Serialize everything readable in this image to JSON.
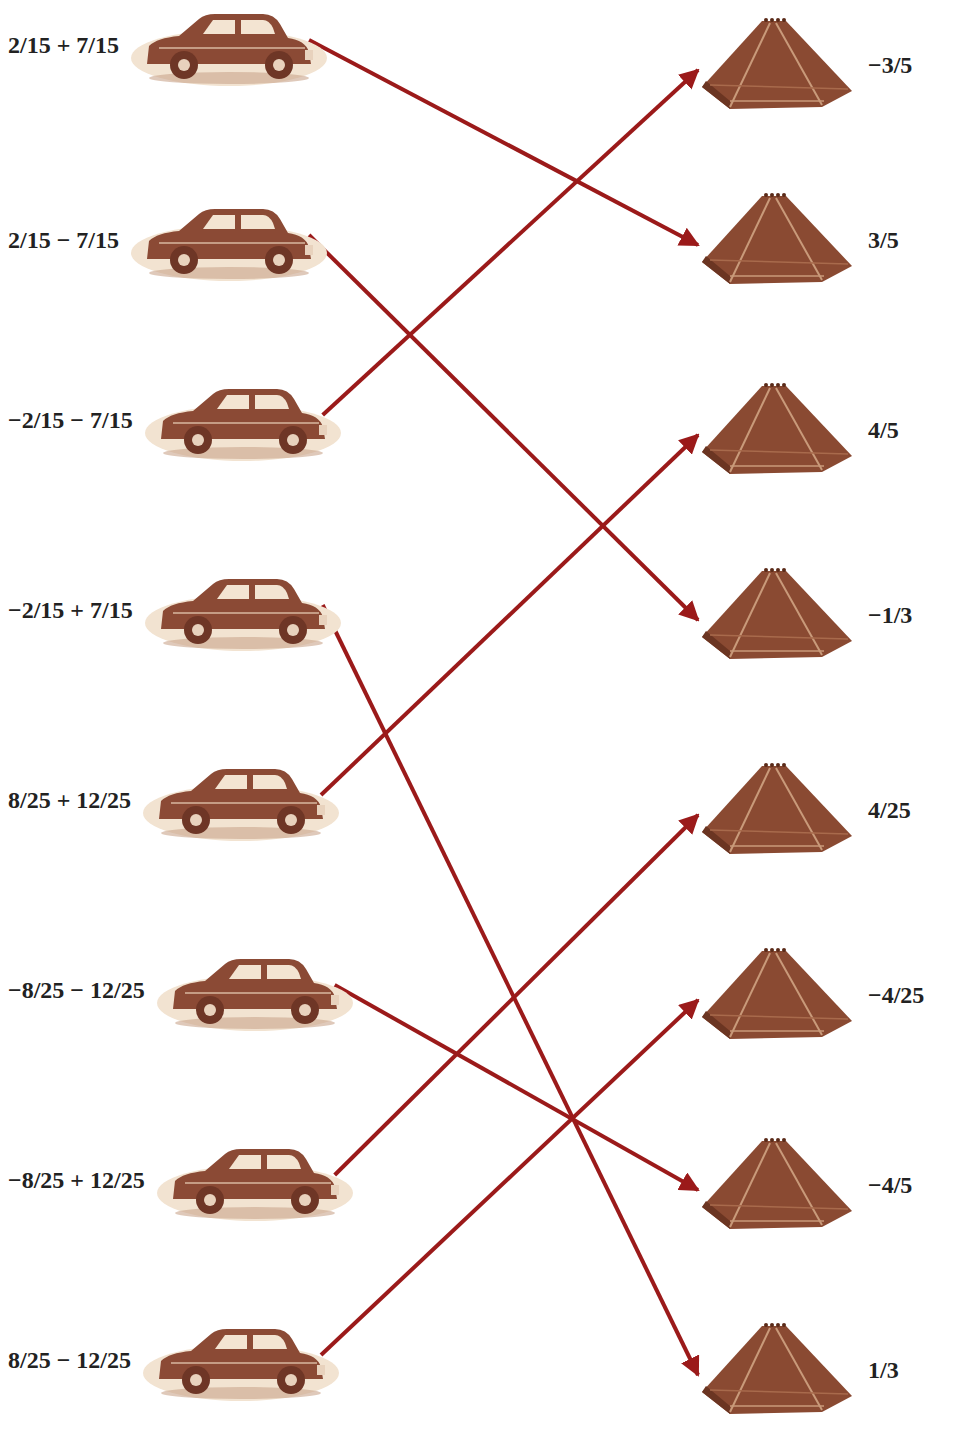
{
  "diagram": {
    "nodes": [
      {
        "text": [
          "2/15 + 7/15"
        ]
      },
      {
        "text": [
          "2/15 − 7/15"
        ]
      },
      {
        "text": [
          "−2/15 − 7/15"
        ]
      },
      {
        "text": [
          "−2/15 + 7/15"
        ]
      },
      {
        "text": [
          "8/25 + 12/25"
        ]
      },
      {
        "text": [
          "−8/25 − 12/25"
        ]
      },
      {
        "text": [
          "−8/25 + 12/25"
        ]
      },
      {
        "text": [
          "8/25 − 12/25"
        ]
      },
      {
        "text": [
          "−3/5"
        ]
      },
      {
        "text": [
          "3/5"
        ]
      },
      {
        "text": [
          "4/5"
        ]
      },
      {
        "text": [
          "−1/3"
        ]
      },
      {
        "text": [
          "4/25"
        ]
      },
      {
        "text": [
          "−4/25"
        ]
      },
      {
        "text": [
          "−4/5"
        ]
      },
      {
        "text": [
          "1/3"
        ]
      }
    ],
    "edges": [
      {
        "from": 0,
        "to": 9,
        "arrow": "to"
      },
      {
        "from": 1,
        "to": 11,
        "arrow": "to"
      },
      {
        "from": 2,
        "to": 8,
        "arrow": "to"
      },
      {
        "from": 3,
        "to": 15,
        "arrow": "to"
      },
      {
        "from": 4,
        "to": 10,
        "arrow": "to"
      },
      {
        "from": 5,
        "to": 14,
        "arrow": "to"
      },
      {
        "from": 6,
        "to": 12,
        "arrow": "to"
      },
      {
        "from": 7,
        "to": 13,
        "arrow": "to"
      }
    ]
  }
}
